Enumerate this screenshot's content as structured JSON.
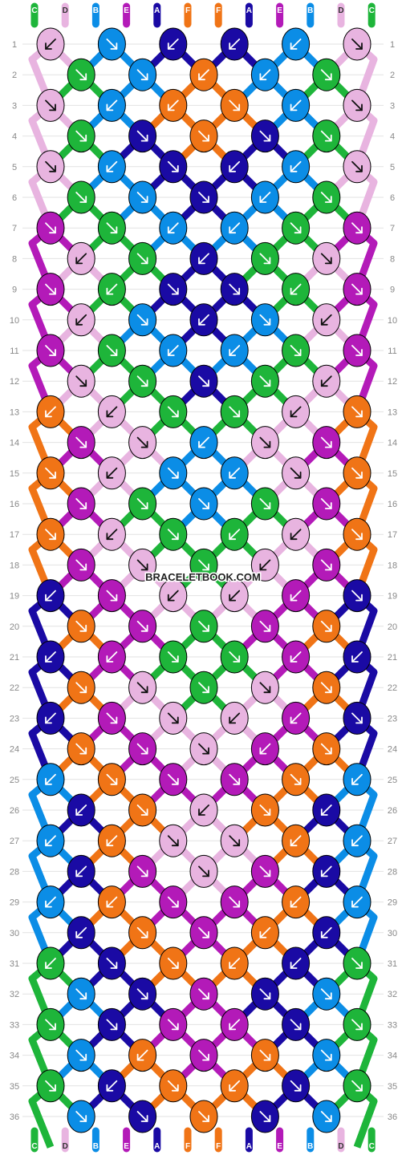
{
  "watermark": "BRACELETBOOK.COM",
  "colors": {
    "A": "#1a0aa4",
    "B": "#0b8de6",
    "C": "#1eb53a",
    "D": "#e8b4e0",
    "E": "#b31ab8",
    "F": "#f07416"
  },
  "strands": [
    "C",
    "D",
    "B",
    "E",
    "A",
    "F",
    "F",
    "A",
    "E",
    "B",
    "D",
    "C"
  ],
  "rows": [
    [
      "D",
      "B",
      "A",
      "A",
      "B",
      "D"
    ],
    [
      "C",
      "B",
      "F",
      "B",
      "C"
    ],
    [
      "D",
      "B",
      "F",
      "F",
      "B",
      "D"
    ],
    [
      "C",
      "A",
      "F",
      "A",
      "C"
    ],
    [
      "D",
      "B",
      "A",
      "A",
      "B",
      "D"
    ],
    [
      "C",
      "B",
      "A",
      "B",
      "C"
    ],
    [
      "E",
      "C",
      "B",
      "B",
      "C",
      "E"
    ],
    [
      "D",
      "C",
      "A",
      "C",
      "D"
    ],
    [
      "E",
      "C",
      "A",
      "A",
      "C",
      "E"
    ],
    [
      "D",
      "B",
      "A",
      "B",
      "D"
    ],
    [
      "E",
      "C",
      "B",
      "B",
      "C",
      "E"
    ],
    [
      "D",
      "C",
      "A",
      "C",
      "D"
    ],
    [
      "F",
      "D",
      "C",
      "C",
      "D",
      "F"
    ],
    [
      "E",
      "D",
      "B",
      "D",
      "E"
    ],
    [
      "F",
      "D",
      "B",
      "B",
      "D",
      "F"
    ],
    [
      "E",
      "C",
      "B",
      "C",
      "E"
    ],
    [
      "F",
      "D",
      "C",
      "C",
      "D",
      "F"
    ],
    [
      "E",
      "D",
      "C",
      "D",
      "E"
    ],
    [
      "A",
      "E",
      "D",
      "D",
      "E",
      "A"
    ],
    [
      "F",
      "E",
      "C",
      "E",
      "F"
    ],
    [
      "A",
      "E",
      "C",
      "C",
      "E",
      "A"
    ],
    [
      "F",
      "D",
      "C",
      "D",
      "F"
    ],
    [
      "A",
      "E",
      "D",
      "D",
      "E",
      "A"
    ],
    [
      "F",
      "E",
      "D",
      "E",
      "F"
    ],
    [
      "B",
      "F",
      "E",
      "E",
      "F",
      "B"
    ],
    [
      "A",
      "F",
      "D",
      "F",
      "A"
    ],
    [
      "B",
      "F",
      "D",
      "D",
      "F",
      "B"
    ],
    [
      "A",
      "E",
      "D",
      "E",
      "A"
    ],
    [
      "B",
      "F",
      "E",
      "E",
      "F",
      "B"
    ],
    [
      "A",
      "F",
      "E",
      "F",
      "A"
    ],
    [
      "C",
      "A",
      "F",
      "F",
      "A",
      "C"
    ],
    [
      "B",
      "A",
      "E",
      "A",
      "B"
    ],
    [
      "C",
      "A",
      "E",
      "E",
      "A",
      "C"
    ],
    [
      "B",
      "F",
      "E",
      "F",
      "B"
    ],
    [
      "C",
      "A",
      "F",
      "F",
      "A",
      "C"
    ],
    [
      "B",
      "A",
      "F",
      "A",
      "B"
    ]
  ],
  "arrows": [
    [
      "sw",
      "se",
      "sw",
      "sw",
      "sw",
      "se"
    ],
    [
      "se",
      "se",
      "sw",
      "sw",
      "se"
    ],
    [
      "se",
      "sw",
      "sw",
      "se",
      "sw",
      "se"
    ],
    [
      "se",
      "se",
      "se",
      "se",
      "se"
    ],
    [
      "se",
      "sw",
      "se",
      "sw",
      "sw",
      "se"
    ],
    [
      "se",
      "se",
      "se",
      "sw",
      "se"
    ],
    [
      "se",
      "se",
      "sw",
      "sw",
      "se",
      "se"
    ],
    [
      "sw",
      "se",
      "sw",
      "se",
      "se"
    ],
    [
      "se",
      "sw",
      "se",
      "se",
      "sw",
      "se"
    ],
    [
      "sw",
      "se",
      "sw",
      "se",
      "sw"
    ],
    [
      "se",
      "se",
      "sw",
      "sw",
      "se",
      "se"
    ],
    [
      "se",
      "se",
      "se",
      "se",
      "sw"
    ],
    [
      "sw",
      "sw",
      "se",
      "se",
      "sw",
      "se"
    ],
    [
      "se",
      "se",
      "sw",
      "se",
      "se"
    ],
    [
      "se",
      "sw",
      "se",
      "sw",
      "se",
      "se"
    ],
    [
      "se",
      "se",
      "se",
      "se",
      "se"
    ],
    [
      "se",
      "sw",
      "se",
      "sw",
      "sw",
      "se"
    ],
    [
      "se",
      "se",
      "se",
      "sw",
      "se"
    ],
    [
      "sw",
      "se",
      "sw",
      "sw",
      "sw",
      "se"
    ],
    [
      "se",
      "se",
      "se",
      "se",
      "se"
    ],
    [
      "sw",
      "sw",
      "se",
      "se",
      "sw",
      "sw"
    ],
    [
      "se",
      "se",
      "se",
      "se",
      "se"
    ],
    [
      "sw",
      "se",
      "se",
      "sw",
      "sw",
      "se"
    ],
    [
      "se",
      "se",
      "se",
      "sw",
      "se"
    ],
    [
      "sw",
      "se",
      "se",
      "se",
      "se",
      "sw"
    ],
    [
      "sw",
      "se",
      "sw",
      "se",
      "sw"
    ],
    [
      "sw",
      "sw",
      "se",
      "se",
      "sw",
      "sw"
    ],
    [
      "sw",
      "se",
      "se",
      "se",
      "sw"
    ],
    [
      "sw",
      "sw",
      "se",
      "se",
      "sw",
      "sw"
    ],
    [
      "sw",
      "se",
      "se",
      "sw",
      "sw"
    ],
    [
      "sw",
      "se",
      "se",
      "sw",
      "sw",
      "se"
    ],
    [
      "se",
      "se",
      "se",
      "se",
      "se"
    ],
    [
      "se",
      "se",
      "se",
      "sw",
      "se",
      "se"
    ],
    [
      "se",
      "sw",
      "se",
      "se",
      "se"
    ],
    [
      "se",
      "sw",
      "se",
      "sw",
      "se",
      "se"
    ],
    [
      "se",
      "se",
      "se",
      "se",
      "se"
    ]
  ]
}
